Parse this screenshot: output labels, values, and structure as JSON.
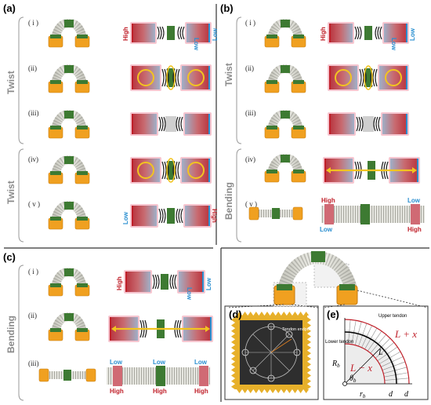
{
  "panels": {
    "a": {
      "label": "(a)",
      "rows": [
        "( i )",
        "(ii)",
        "(iii)",
        "(iv)",
        "( v )"
      ],
      "side_labels": [
        "Twist",
        "Twist"
      ]
    },
    "b": {
      "label": "(b)",
      "rows": [
        "( i )",
        "(ii)",
        "(iii)",
        "(iv)",
        "( v )"
      ],
      "side_labels": [
        "Twist",
        "Bending"
      ]
    },
    "c": {
      "label": "(c)",
      "rows": [
        "( i )",
        "(ii)",
        "(iii)"
      ],
      "side_labels": [
        "Bending"
      ]
    },
    "d": {
      "label": "(d)",
      "tendon_label": "Tendon endpoints"
    },
    "e": {
      "label": "(e)",
      "upper_tendon": "Upper tendon",
      "lower_tendon": "Lower tendon",
      "L_plus": "L + x",
      "L_minus": "L − x",
      "L": "L",
      "Rb": "R",
      "Rb_sub": "b",
      "theta": "θ",
      "theta_sub": "b",
      "rb": "r",
      "rb_sub": "b",
      "d1": "d",
      "d2": "d"
    }
  },
  "labels": {
    "high": "High",
    "low": "Low"
  },
  "colors": {
    "high": "#c0202a",
    "low": "#2a8fd0",
    "module_green": "#3d7a32",
    "module_orange": "#f0a020",
    "pink_glow": "#f0a0b0",
    "gray": "#cfcfcf"
  }
}
